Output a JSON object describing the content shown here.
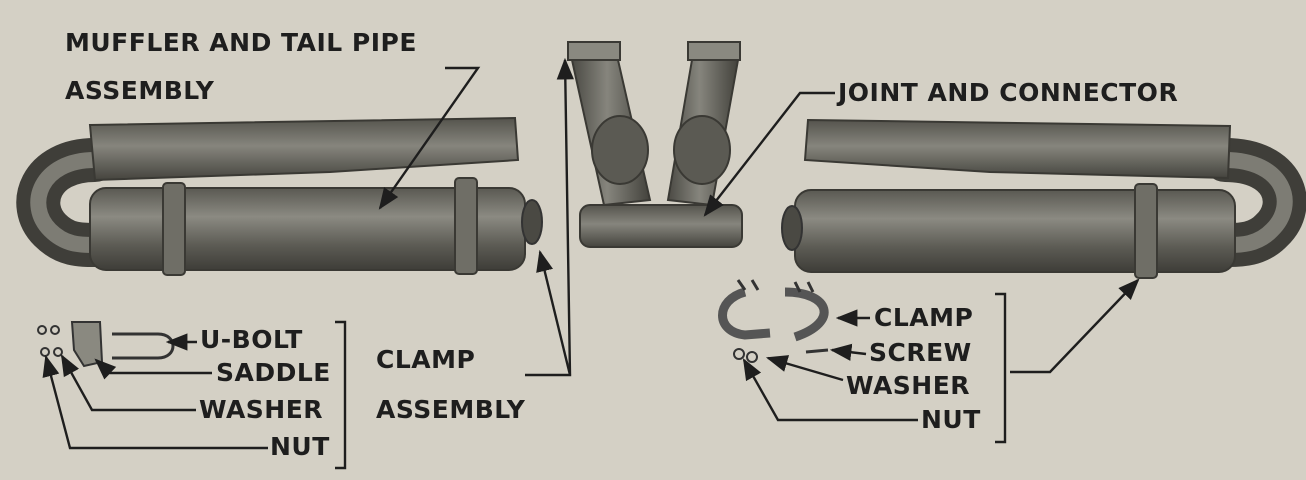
{
  "labels": {
    "muffler_line1": "MUFFLER AND TAIL PIPE",
    "muffler_line2": "ASSEMBLY",
    "joint": "JOINT AND CONNECTOR",
    "clamp_line1": "CLAMP",
    "clamp_line2": "ASSEMBLY",
    "left_parts": {
      "ubolt": "U-BOLT",
      "saddle": "SADDLE",
      "washer": "WASHER",
      "nut": "NUT"
    },
    "right_parts": {
      "clamp": "CLAMP",
      "screw": "SCREW",
      "washer": "WASHER",
      "nut": "NUT"
    }
  },
  "colors": {
    "background": "#d4d0c5",
    "metal_dark": "#4a4943",
    "metal_mid": "#6b6a62",
    "metal_light": "#8a8980",
    "ink": "#1e1e1e"
  }
}
